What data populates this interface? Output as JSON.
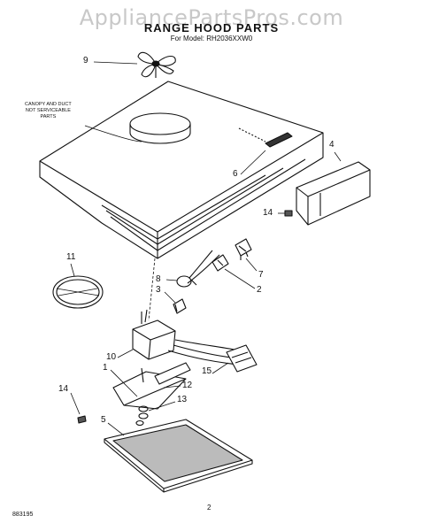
{
  "watermark": "AppliancePartsPros.com",
  "header": {
    "title": "RANGE HOOD PARTS",
    "model": "For Model: RH2036XXW0"
  },
  "note": {
    "line1": "CANOPY AND DUCT",
    "line2": "NOT SERVICEABLE",
    "line3": "PARTS"
  },
  "footer": {
    "code": "883195",
    "page": "2"
  },
  "callouts": {
    "c9": "9",
    "c6": "6",
    "c4": "4",
    "c14a": "14",
    "c11": "11",
    "c8": "8",
    "c3": "3",
    "c7": "7",
    "c2": "2",
    "c10": "10",
    "c1": "1",
    "c12": "12",
    "c15": "15",
    "c14b": "14",
    "c13": "13",
    "c5": "5"
  }
}
